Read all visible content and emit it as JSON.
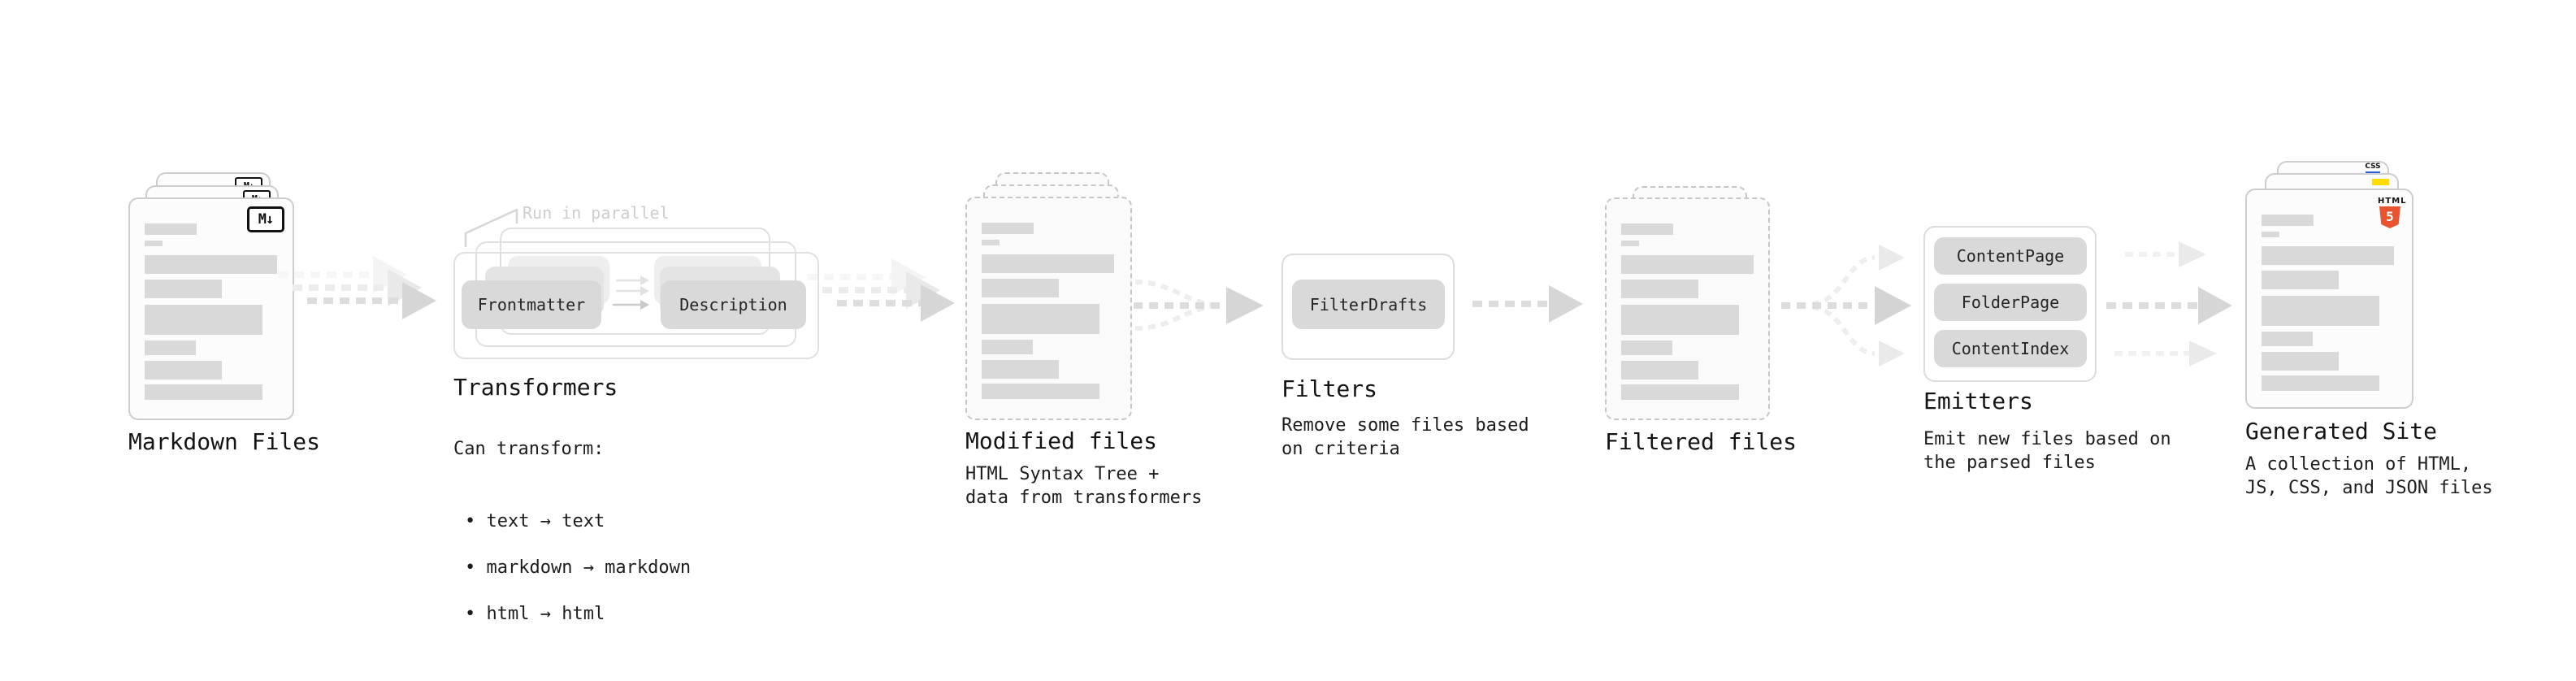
{
  "diagram": {
    "stages": {
      "markdown": {
        "label": "Markdown Files",
        "badge": "M↓"
      },
      "transformers": {
        "label": "Transformers",
        "annotation": "Run in parallel",
        "node_frontmatter": "Frontmatter",
        "node_description": "Description",
        "body_title": "Can transform:",
        "bullets": [
          "• text → text",
          "• markdown → markdown",
          "• html → html"
        ]
      },
      "modified": {
        "label": "Modified files",
        "description": "HTML Syntax Tree +\ndata from transformers"
      },
      "filters": {
        "label": "Filters",
        "node_filterdrafts": "FilterDrafts",
        "description": "Remove some files based\non criteria"
      },
      "filtered": {
        "label": "Filtered files"
      },
      "emitters": {
        "label": "Emitters",
        "node_contentpage": "ContentPage",
        "node_folderpage": "FolderPage",
        "node_contentindex": "ContentIndex",
        "description": "Emit new files based on\nthe parsed files"
      },
      "generated": {
        "label": "Generated Site",
        "description": "A collection of HTML,\nJS, CSS, and JSON files",
        "badge_html_label": "HTML",
        "badge_html_number": "5",
        "badge_css_label": "CSS"
      }
    },
    "colors": {
      "node_fill": "#d9d9d9",
      "doc_line": "#d9d9d9",
      "arrow_gray": "#d6d6d6",
      "html5_orange": "#e8542f",
      "js_yellow": "#ffdd00",
      "css_blue": "#2b5fe3",
      "annotation_gray": "#cdcdcd"
    }
  }
}
